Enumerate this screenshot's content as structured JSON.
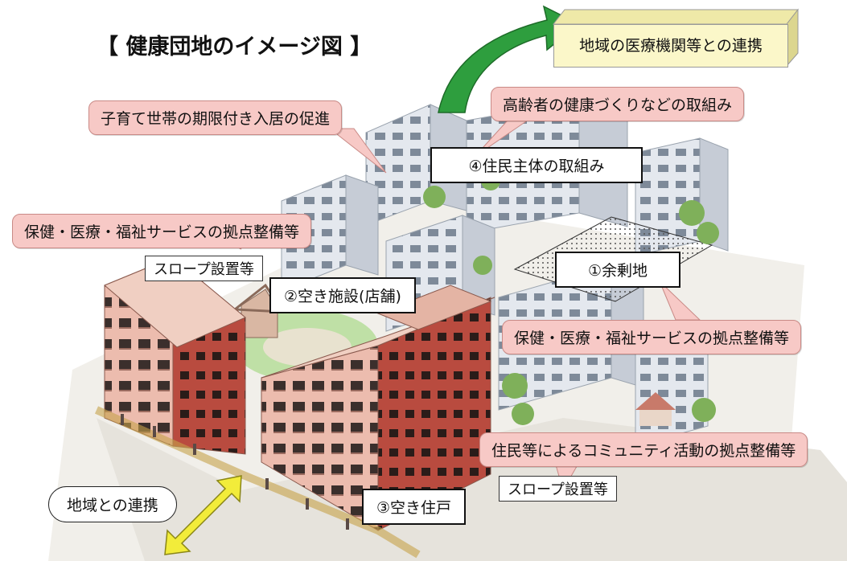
{
  "title": "【 健康団地のイメージ図 】",
  "labels": {
    "medical_link": "地域の医療機関等との連携",
    "elderly_health": "高齢者の健康づくりなどの取組み",
    "childcare": "子育て世帯の期限付き入居の促進",
    "resident_initiative": "④住民主体の取組み",
    "health_hub_left": "保健・医療・福祉サービスの拠点整備等",
    "slope_top": "スロープ設置等",
    "vacant_facility": "②空き施設(店舗)",
    "surplus_land": "①余剰地",
    "health_hub_right": "保健・医療・福祉サービスの拠点整備等",
    "community_hub": "住民等によるコミュニティ活動の拠点整備等",
    "slope_bottom": "スロープ設置等",
    "vacant_unit": "③空き住戸",
    "regional_link": "地域との連携"
  },
  "colors": {
    "label_pink": "#f7c9c6",
    "medical_box": "#fbf7c9",
    "arrow_green": "#2e9e3e",
    "arrow_yellow": "#f2ec3a",
    "building_pink": "#e9b6a6",
    "building_gray": "#dfe3ea",
    "greenery": "#7fb05a"
  }
}
